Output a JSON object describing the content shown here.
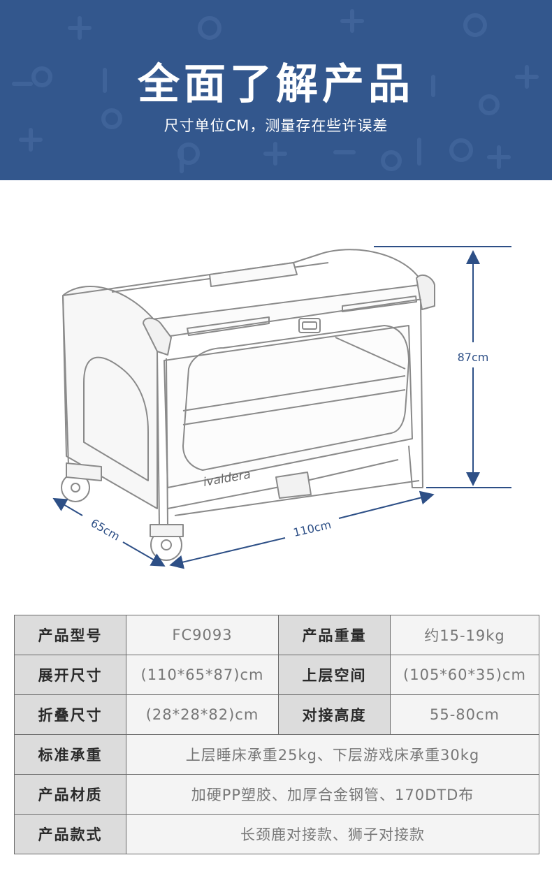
{
  "header": {
    "title": "全面了解产品",
    "subtitle": "尺寸单位CM，测量存在些许误差"
  },
  "colors": {
    "banner_bg": "#33578d",
    "dimension_line": "#2d4f86",
    "label_cell_bg": "#dcdcdc",
    "value_cell_bg": "#f4f4f4"
  },
  "illustration": {
    "brand": "ivaldera",
    "height_label": "87cm",
    "width_label": "110cm",
    "depth_label": "65cm"
  },
  "spec_table": {
    "rows": [
      {
        "label1": "产品型号",
        "value1": "FC9093",
        "label2": "产品重量",
        "value2": "约15-19kg"
      },
      {
        "label1": "展开尺寸",
        "value1": "(110*65*87)cm",
        "label2": "上层空间",
        "value2": "(105*60*35)cm"
      },
      {
        "label1": "折叠尺寸",
        "value1": "(28*28*82)cm",
        "label2": "对接高度",
        "value2": "55-80cm"
      },
      {
        "label": "标准承重",
        "value": "上层睡床承重25kg、下层游戏床承重30kg"
      },
      {
        "label": "产品材质",
        "value": "加硬PP塑胶、加厚合金钢管、170DTD布"
      },
      {
        "label": "产品款式",
        "value": "长颈鹿对接款、狮子对接款"
      }
    ]
  }
}
